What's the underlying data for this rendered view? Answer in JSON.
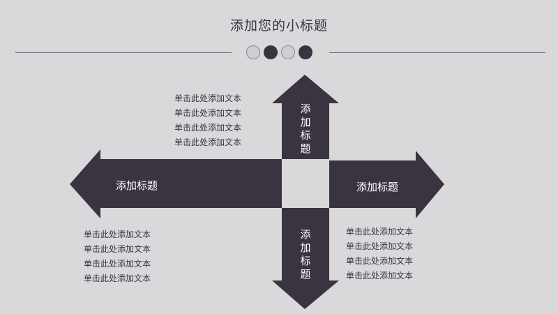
{
  "title": "添加您的小标题",
  "colors": {
    "background": "#d9d8db",
    "shape": "#3a3340",
    "text_dark": "#3a3340",
    "text_light": "#ffffff"
  },
  "arrows": {
    "up": "添加标题",
    "left": "添加标题",
    "right": "添加标题",
    "down": "添加标题"
  },
  "text_blocks": {
    "top_left": [
      "单击此处添加文本",
      "单击此处添加文本",
      "单击此处添加文本",
      "单击此处添加文本"
    ],
    "bottom_left": [
      "单击此处添加文本",
      "单击此处添加文本",
      "单击此处添加文本",
      "单击此处添加文本"
    ],
    "bottom_right": [
      "单击此处添加文本",
      "单击此处添加文本",
      "单击此处添加文本",
      "单击此处添加文本"
    ]
  }
}
